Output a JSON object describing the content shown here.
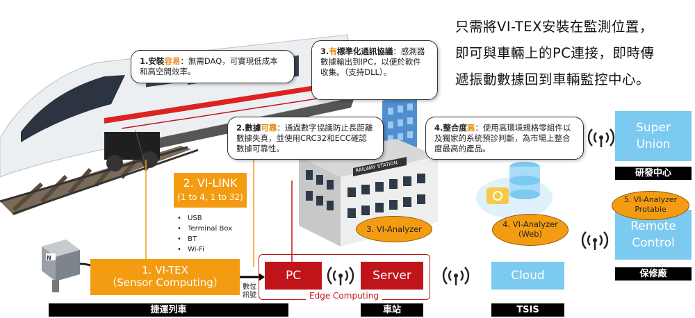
{
  "intro": {
    "line1": "只需將VI-TEX安裝在監測位置，",
    "line2": "即可與車輛上的PC連接，即時傳",
    "line3": "遞振動數據回到車輛監控中心。"
  },
  "callouts": {
    "c1": {
      "num": "1.安裝",
      "highlight": "容易",
      "text": "：無需DAQ，可實現低成本和高空間效率。"
    },
    "c2": {
      "num": "2.數據",
      "highlight": "可靠",
      "text": "：通過數字協議防止長距離數據失真，並使用CRC32和ECC確認數據可靠性。"
    },
    "c3": {
      "num": "3.",
      "highlight": "有",
      "mid": "標準化通訊協議",
      "text": "：感測器數據輸出到IPC，以便於軟件收集。（支持DLL）。"
    },
    "c4": {
      "num": "4.整合度",
      "highlight": "高",
      "text": "：使用高環境規格零組件以及獨家的系統預診判斷，為市場上整合度最高的產品。"
    }
  },
  "boxes": {
    "vitex_title": "1. VI-TEX",
    "vitex_sub": "（Sensor Computing）",
    "vilink_title": "2. VI-LINK",
    "vilink_sub": "(1 to 4, 1 to 32)",
    "pc": "PC",
    "server": "Server",
    "cloud": "Cloud",
    "super_line1": "Super",
    "super_line2": "Union",
    "remote_line1": "Remote",
    "remote_line2": "Control",
    "edge_computing": "Edge Computing"
  },
  "bullets": [
    "USB",
    "Terminal Box",
    "BT",
    "Wi-Fi"
  ],
  "signal_label": "數位訊號",
  "bubbles": {
    "b3": "3. VI-Analyzer",
    "b4_line1": "4. VI-Analyzer",
    "b4_line2": "(Web)",
    "b5_line1": "5. VI-Analyzer",
    "b5_line2": "Protable"
  },
  "labels": {
    "metro": "捷運列車",
    "station": "車站",
    "tsis": "TSIS",
    "rd": "研發中心",
    "maint": "保修廠"
  },
  "building_sign": "RAILWAY STATION",
  "colors": {
    "orange": "#f39c12",
    "red": "#c0141b",
    "blue": "#7ccaf0",
    "black": "#000000"
  }
}
